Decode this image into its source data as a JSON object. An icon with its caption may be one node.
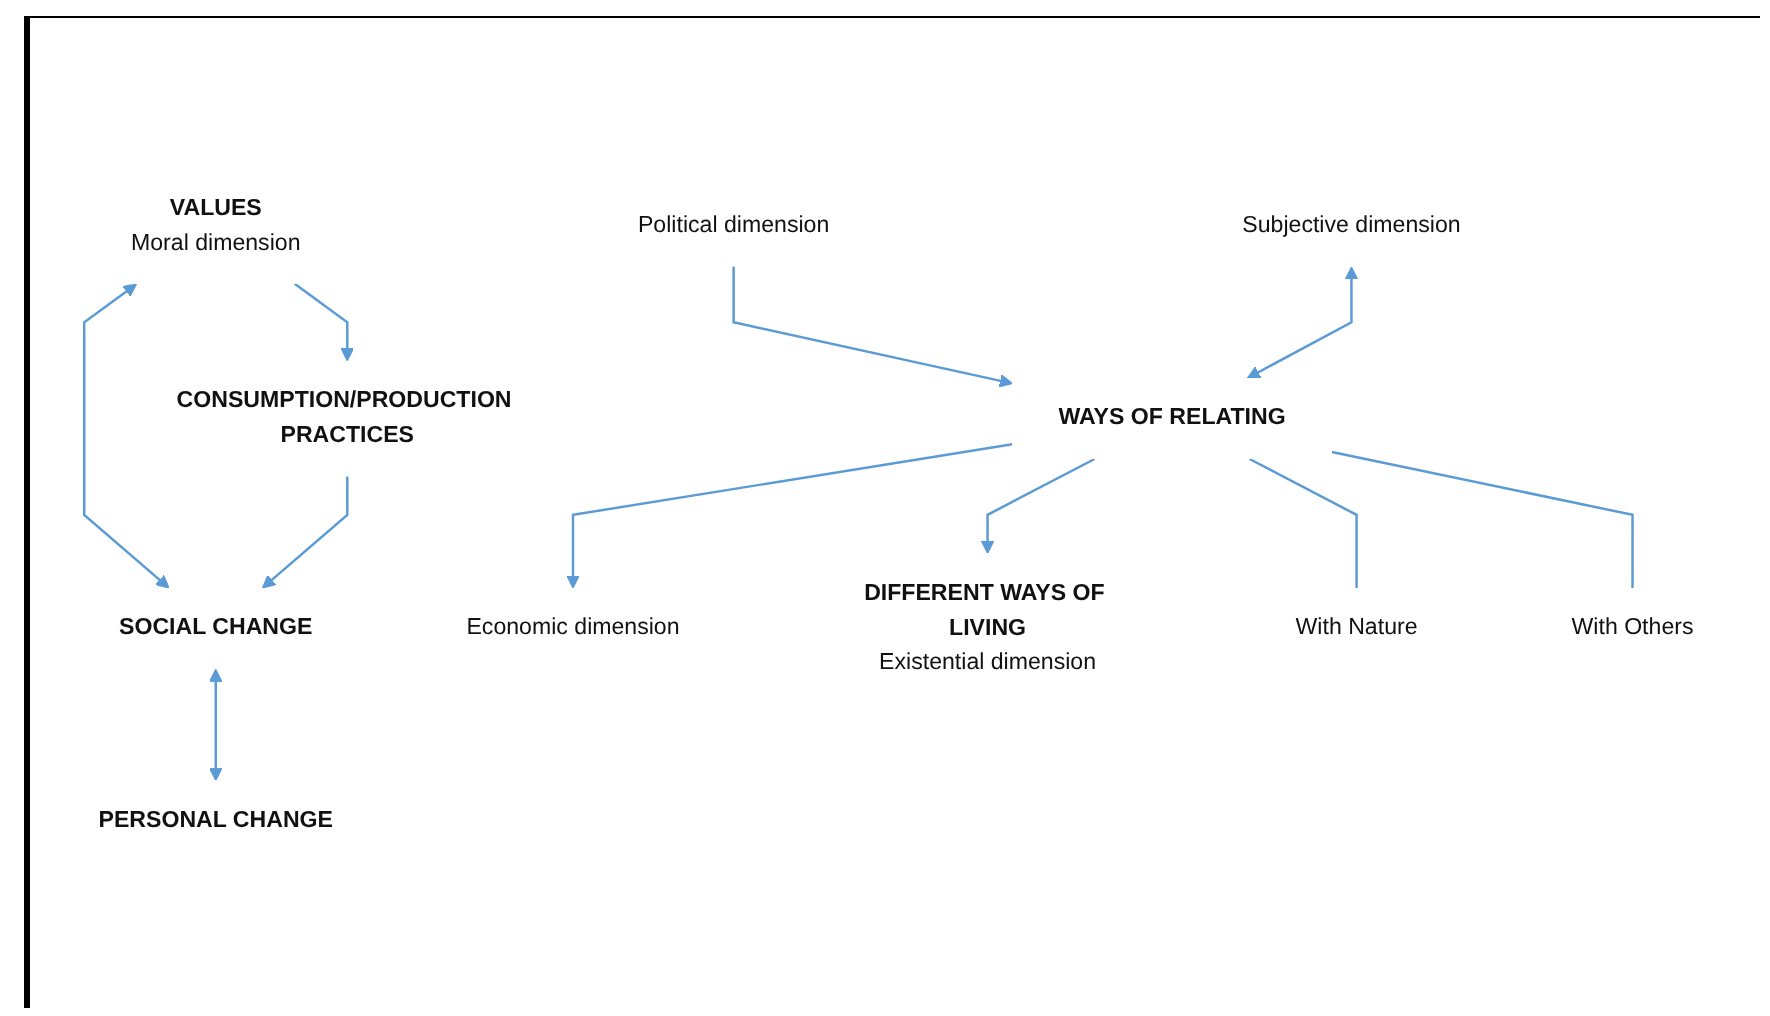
{
  "diagram": {
    "nodes": [
      {
        "text": [
          "VALUES",
          "Moral dimension"
        ]
      },
      {
        "text": [
          "SOCIAL CHANGE"
        ]
      },
      {
        "text": [
          "PERSONAL CHANGE"
        ]
      },
      {
        "text": [
          "CONSUMPTION/PRODUCTION PRACTICES"
        ]
      },
      {
        "text": [
          "Political dimension"
        ]
      },
      {
        "text": [
          "Subjective dimension"
        ]
      },
      {
        "text": [
          "Economic dimension"
        ]
      },
      {
        "text": [
          "WAYS OF RELATING"
        ]
      },
      {
        "text": [
          "DIFFERENT WAYS OF LIVING",
          "Existential dimension"
        ]
      },
      {
        "text": [
          "With Nature"
        ]
      },
      {
        "text": [
          "With Others"
        ]
      }
    ],
    "edges": [
      {
        "from": 0,
        "to": 1,
        "arrow": "both"
      },
      {
        "from": 0,
        "to": 3,
        "arrow": "to"
      },
      {
        "from": 1,
        "to": 2,
        "arrow": "both"
      },
      {
        "from": 3,
        "to": 1,
        "arrow": "to"
      },
      {
        "from": 4,
        "to": 7,
        "arrow": "to"
      },
      {
        "from": 5,
        "to": 7,
        "arrow": "both"
      },
      {
        "from": 7,
        "to": 6,
        "arrow": "to"
      },
      {
        "from": 7,
        "to": 8,
        "arrow": "to"
      },
      {
        "from": 7,
        "to": 9,
        "arrow": "none"
      },
      {
        "from": 7,
        "to": 10,
        "arrow": "none"
      }
    ]
  }
}
